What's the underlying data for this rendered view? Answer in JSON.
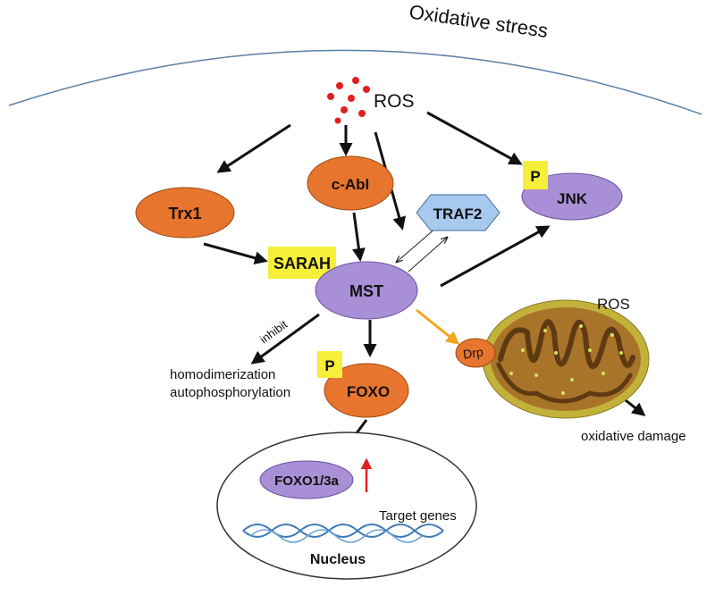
{
  "title": "Oxidative stress",
  "nodes": {
    "ros_top": "ROS",
    "trx1": "Trx1",
    "cabl": "c-Abl",
    "traf2": "TRAF2",
    "jnk": "JNK",
    "jnk_p": "P",
    "sarah": "SARAH",
    "mst": "MST",
    "foxo": "FOXO",
    "foxo_p": "P",
    "drp": "Drp",
    "ros_mito": "ROS",
    "foxo13a": "FOXO1/3a",
    "target_genes": "Target genes",
    "nucleus": "Nucleus"
  },
  "labels": {
    "inhibit": "inhibit",
    "homodimerization": "homodimerization",
    "autophosphorylation": "autophosphorylation",
    "oxidative_damage": "oxidative damage"
  },
  "colors": {
    "orange": "#e8752e",
    "purple": "#a98fd6",
    "yellow": "#f5ef3a",
    "blue_hex": "#a7c9ee",
    "mito_outer": "#a8742a",
    "mito_inner": "#5e3a12",
    "ros_dot": "#e02020",
    "arrow_gold": "#f0a81c"
  }
}
